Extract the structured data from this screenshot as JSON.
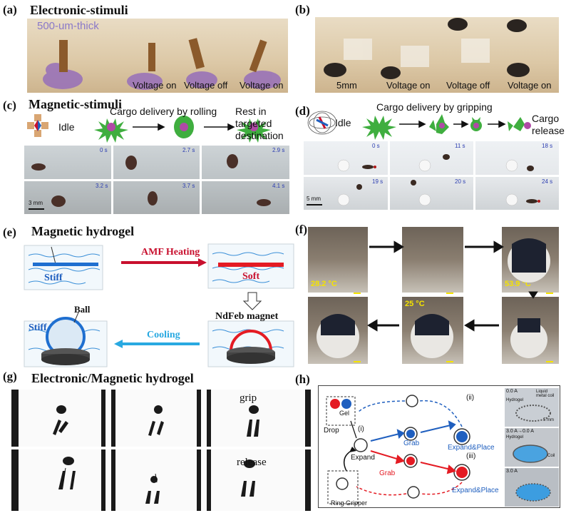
{
  "panel_a": {
    "label": "(a)",
    "title": "Electronic-stimuli",
    "thickness": "500-um-thick",
    "captions": [
      "Voltage on",
      "Voltage off",
      "Voltage on"
    ]
  },
  "panel_b": {
    "label": "(b)",
    "captions": [
      "5mm",
      "Voltage on",
      "Voltage off",
      "Voltage on"
    ]
  },
  "panel_c": {
    "label": "(c)",
    "title": "Magnetic-stimuli",
    "idle": "Idle",
    "step1": "Cargo delivery by rolling",
    "step2": "Rest in targeted destination",
    "times": [
      "0 s",
      "2.7 s",
      "2.9 s",
      "3.2 s",
      "3.7 s",
      "4.1 s"
    ],
    "scale": "3 mm"
  },
  "panel_d": {
    "label": "(d)",
    "idle": "Idle",
    "step1": "Cargo delivery by gripping",
    "step2": "Cargo release",
    "times": [
      "0 s",
      "11 s",
      "18 s",
      "19 s",
      "20 s",
      "24 s"
    ],
    "scale": "5 mm"
  },
  "panel_e": {
    "label": "(e)",
    "title": "Magnetic hydrogel",
    "stiff1": "Stiff",
    "heating": "AMF Heating",
    "soft": "Soft",
    "magnet": "NdFeb magnet",
    "ball": "Ball",
    "stiff2": "Stiff",
    "cooling": "Cooling"
  },
  "panel_f": {
    "label": "(f)",
    "temps": [
      "28.2 °C",
      "53.9 °C",
      "25 °C"
    ]
  },
  "panel_g": {
    "label": "(g)",
    "title": "Electronic/Magnetic hydrogel",
    "grip": "grip",
    "release": "release"
  },
  "panel_h": {
    "label": "(h)",
    "gel": "Gel",
    "drop": "Drop",
    "expand": "Expand",
    "grab1": "Grab",
    "grab2": "Grab",
    "expand_place1": "Expand&Place",
    "expand_place2": "Expand&Place",
    "ring": "Ring Gripper",
    "i": "(i)",
    "ii": "(ii)",
    "iii": "(iii)",
    "photo_labels": {
      "t1": "0.0 A",
      "hydrogel1": "Hydrogel",
      "coil": "Liquid metal coil",
      "scale1": "5 mm",
      "t2": "3.0 A→0.0 A",
      "hydrogel2": "Hydrogel",
      "coil2": "Coil",
      "t3": "3.0 A"
    }
  },
  "colors": {
    "red": "#c8102e",
    "blue": "#1f5fbf",
    "cyan": "#29a9e1",
    "yellow": "#f5e400"
  }
}
